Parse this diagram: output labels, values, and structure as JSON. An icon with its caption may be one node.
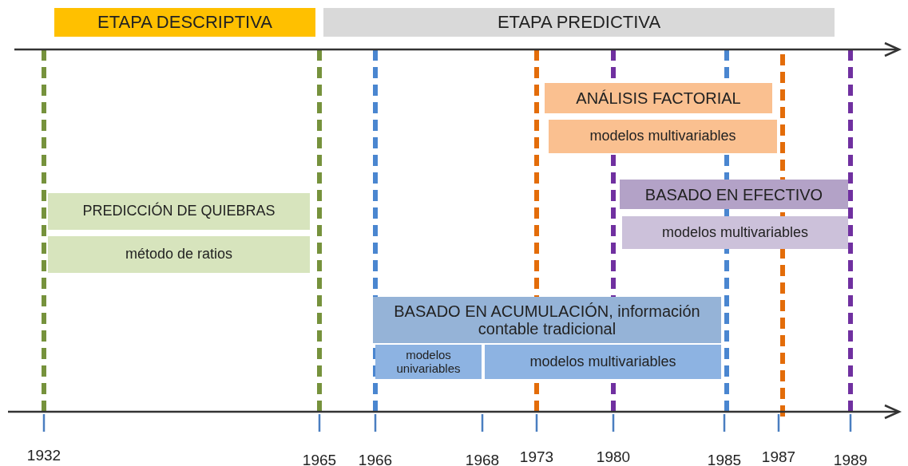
{
  "diagram": {
    "nodes": [
      {
        "text": [
          "ETAPA DESCRIPTIVA"
        ]
      },
      {
        "text": [
          "ETAPA PREDICTIVA"
        ]
      },
      {
        "text": [
          "PREDICCIÓN DE QUIEBRAS"
        ]
      },
      {
        "text": [
          "método de ratios"
        ]
      },
      {
        "text": [
          "ANÁLISIS FACTORIAL"
        ]
      },
      {
        "text": [
          "modelos multivariables"
        ]
      },
      {
        "text": [
          "BASADO EN EFECTIVO"
        ]
      },
      {
        "text": [
          "modelos multivariables"
        ]
      },
      {
        "text": [
          "BASADO EN ACUMULACIÓN, información contable tradicional"
        ]
      },
      {
        "text": [
          "modelos univariables"
        ]
      },
      {
        "text": [
          "modelos multivariables"
        ]
      }
    ],
    "labels": [
      "1932",
      "1965",
      "1966",
      "1968",
      "1973",
      "1980",
      "1985",
      "1987",
      "1989"
    ]
  }
}
